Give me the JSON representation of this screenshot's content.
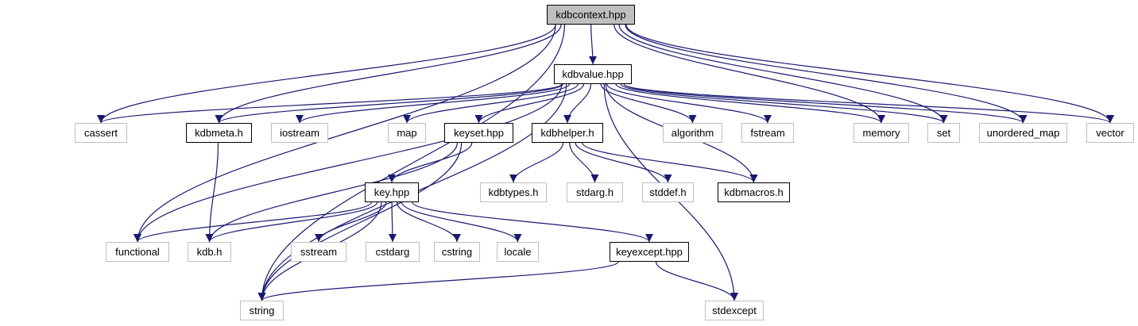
{
  "title": "kdbcontext.hpp",
  "colors": {
    "edge": "#191970",
    "root_fill": "#bfbfbf",
    "local_border": "#000000",
    "system_border": "#bfbfbf"
  },
  "nodes": [
    {
      "id": "kdbcontext",
      "label": "kdbcontext.hpp",
      "kind": "root"
    },
    {
      "id": "kdbvalue",
      "label": "kdbvalue.hpp",
      "kind": "local"
    },
    {
      "id": "cassert",
      "label": "cassert",
      "kind": "system"
    },
    {
      "id": "kdbmeta",
      "label": "kdbmeta.h",
      "kind": "local"
    },
    {
      "id": "iostream",
      "label": "iostream",
      "kind": "system"
    },
    {
      "id": "map",
      "label": "map",
      "kind": "system"
    },
    {
      "id": "keyset",
      "label": "keyset.hpp",
      "kind": "local"
    },
    {
      "id": "kdbhelper",
      "label": "kdbhelper.h",
      "kind": "local"
    },
    {
      "id": "algorithm",
      "label": "algorithm",
      "kind": "system"
    },
    {
      "id": "fstream",
      "label": "fstream",
      "kind": "system"
    },
    {
      "id": "memory",
      "label": "memory",
      "kind": "system"
    },
    {
      "id": "set",
      "label": "set",
      "kind": "system"
    },
    {
      "id": "unordered_map",
      "label": "unordered_map",
      "kind": "system"
    },
    {
      "id": "vector",
      "label": "vector",
      "kind": "system"
    },
    {
      "id": "key",
      "label": "key.hpp",
      "kind": "local"
    },
    {
      "id": "kdbtypes",
      "label": "kdbtypes.h",
      "kind": "system"
    },
    {
      "id": "stdarg_h",
      "label": "stdarg.h",
      "kind": "system"
    },
    {
      "id": "stddef",
      "label": "stddef.h",
      "kind": "system"
    },
    {
      "id": "kdbmacros",
      "label": "kdbmacros.h",
      "kind": "local"
    },
    {
      "id": "functional",
      "label": "functional",
      "kind": "system"
    },
    {
      "id": "kdb_h",
      "label": "kdb.h",
      "kind": "system"
    },
    {
      "id": "sstream",
      "label": "sstream",
      "kind": "system"
    },
    {
      "id": "cstdarg",
      "label": "cstdarg",
      "kind": "system"
    },
    {
      "id": "cstring",
      "label": "cstring",
      "kind": "system"
    },
    {
      "id": "locale",
      "label": "locale",
      "kind": "system"
    },
    {
      "id": "keyexcept",
      "label": "keyexcept.hpp",
      "kind": "local"
    },
    {
      "id": "string",
      "label": "string",
      "kind": "system"
    },
    {
      "id": "stdexcept",
      "label": "stdexcept",
      "kind": "system"
    }
  ],
  "edges": [
    [
      "kdbcontext",
      "kdbvalue"
    ],
    [
      "kdbcontext",
      "cassert"
    ],
    [
      "kdbcontext",
      "kdbmeta"
    ],
    [
      "kdbcontext",
      "functional"
    ],
    [
      "kdbcontext",
      "string"
    ],
    [
      "kdbcontext",
      "memory"
    ],
    [
      "kdbcontext",
      "set"
    ],
    [
      "kdbcontext",
      "unordered_map"
    ],
    [
      "kdbcontext",
      "vector"
    ],
    [
      "kdbvalue",
      "cassert"
    ],
    [
      "kdbvalue",
      "kdbmeta"
    ],
    [
      "kdbvalue",
      "iostream"
    ],
    [
      "kdbvalue",
      "map"
    ],
    [
      "kdbvalue",
      "keyset"
    ],
    [
      "kdbvalue",
      "kdbhelper"
    ],
    [
      "kdbvalue",
      "algorithm"
    ],
    [
      "kdbvalue",
      "fstream"
    ],
    [
      "kdbvalue",
      "memory"
    ],
    [
      "kdbvalue",
      "set"
    ],
    [
      "kdbvalue",
      "unordered_map"
    ],
    [
      "kdbvalue",
      "vector"
    ],
    [
      "kdbvalue",
      "functional"
    ],
    [
      "kdbvalue",
      "string"
    ],
    [
      "kdbvalue",
      "kdbmacros"
    ],
    [
      "kdbvalue",
      "stdexcept"
    ],
    [
      "kdbmeta",
      "kdb_h"
    ],
    [
      "keyset",
      "key"
    ],
    [
      "keyset",
      "kdb_h"
    ],
    [
      "keyset",
      "string"
    ],
    [
      "kdbhelper",
      "kdbtypes"
    ],
    [
      "kdbhelper",
      "stdarg_h"
    ],
    [
      "kdbhelper",
      "stddef"
    ],
    [
      "kdbhelper",
      "kdbmacros"
    ],
    [
      "key",
      "functional"
    ],
    [
      "key",
      "kdb_h"
    ],
    [
      "key",
      "sstream"
    ],
    [
      "key",
      "cstdarg"
    ],
    [
      "key",
      "cstring"
    ],
    [
      "key",
      "locale"
    ],
    [
      "key",
      "keyexcept"
    ],
    [
      "key",
      "string"
    ],
    [
      "keyexcept",
      "string"
    ],
    [
      "keyexcept",
      "stdexcept"
    ]
  ]
}
